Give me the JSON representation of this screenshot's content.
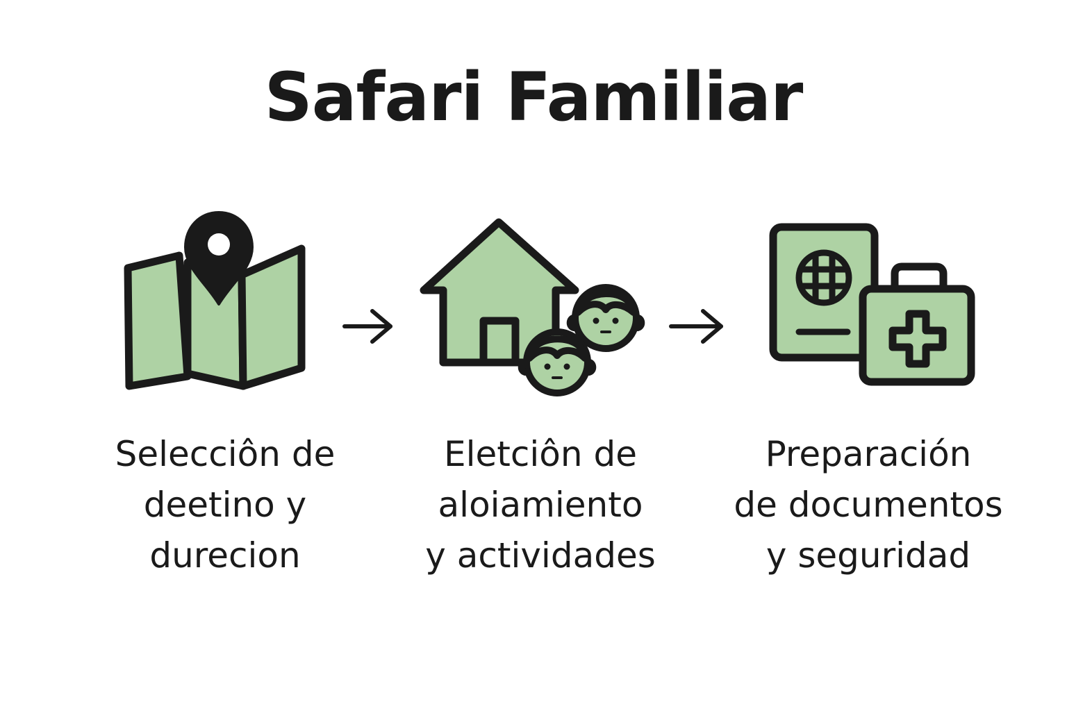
{
  "title": "Safari Familiar",
  "colors": {
    "fill": "#aed2a4",
    "stroke": "#1a1a1a",
    "background": "#ffffff"
  },
  "steps": [
    {
      "icon": "map-pin-icon",
      "label_lines": [
        "Selecciôn de",
        "deetino y",
        "durecion"
      ]
    },
    {
      "icon": "house-family-icon",
      "label_lines": [
        "Eletciôn de",
        "aloiamiento",
        "y actividades"
      ]
    },
    {
      "icon": "passport-first-aid-icon",
      "label_lines": [
        "Preparación",
        "de documentos",
        "y seguridad"
      ]
    }
  ]
}
